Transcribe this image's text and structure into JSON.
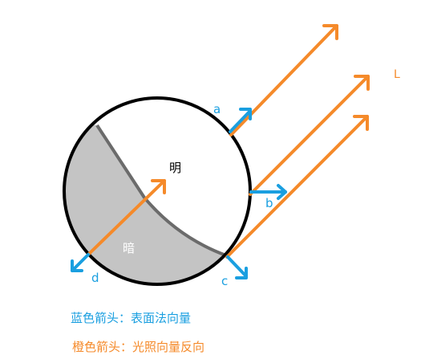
{
  "colors": {
    "normal_arrow": "#1a9fe0",
    "light_arrow": "#f58a2a",
    "circle_outline": "#000000",
    "dark_region": "#c4c4c4",
    "terminator": "#6b6b6b"
  },
  "labels": {
    "L": "L",
    "a": "a",
    "b": "b",
    "c": "c",
    "d": "d",
    "bright": "明",
    "dark": "暗"
  },
  "legend": {
    "blue": "蓝色箭头：表面法向量",
    "orange": "橙色箭头：光照向量反向"
  }
}
